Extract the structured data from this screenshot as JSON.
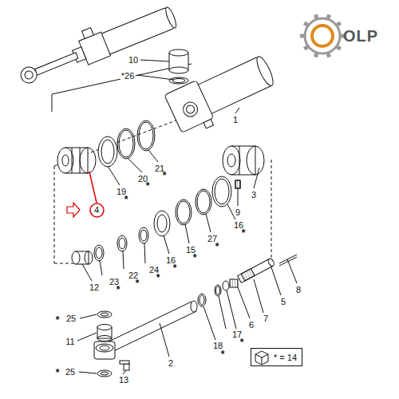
{
  "diagram": {
    "nodes": [
      {
        "text": [
          "4"
        ]
      },
      {
        "text": [
          "* = 14"
        ]
      }
    ],
    "edges": [],
    "labels": [
      "OLP",
      "10",
      "*26",
      "1",
      "19",
      "*",
      "20",
      "*",
      "21",
      "*",
      "3",
      "9",
      "16",
      "*",
      "27",
      "*",
      "15",
      "*",
      "16",
      "*",
      "24",
      "*",
      "22",
      "*",
      "23",
      "*",
      "12",
      "8",
      "5",
      "7",
      "6",
      "17",
      "*",
      "18",
      "*",
      "*",
      "25",
      "11",
      "*",
      "25",
      "13",
      "2"
    ]
  }
}
